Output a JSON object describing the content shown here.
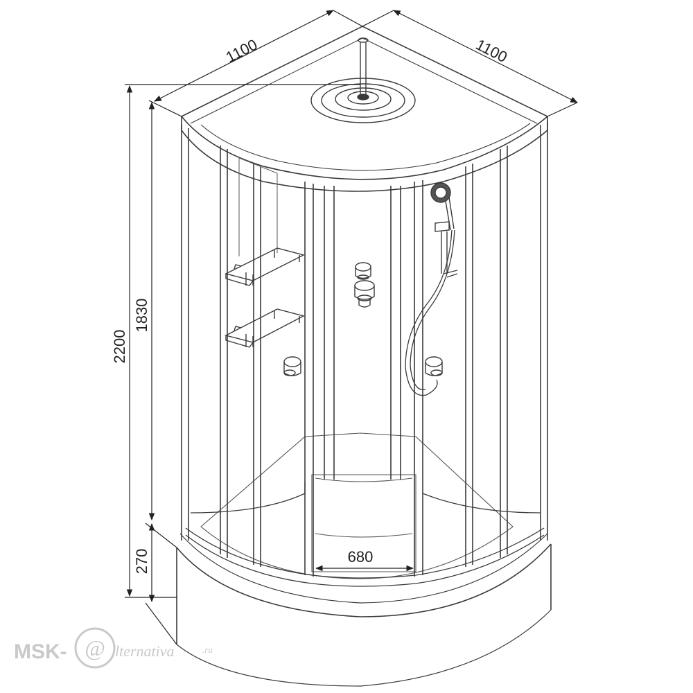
{
  "dimensions": {
    "width_left": "1100",
    "width_right": "1100",
    "height_total": "2200",
    "height_cabin": "1830",
    "height_tray": "270",
    "door_opening": "680"
  },
  "watermark": {
    "prefix": "MSK-",
    "at_glyph": "@",
    "suffix": "lternativa",
    "domain": ".ru"
  },
  "colors": {
    "line": "#3a3a3a",
    "dim": "#222222",
    "watermark": "#c9c9c9"
  }
}
